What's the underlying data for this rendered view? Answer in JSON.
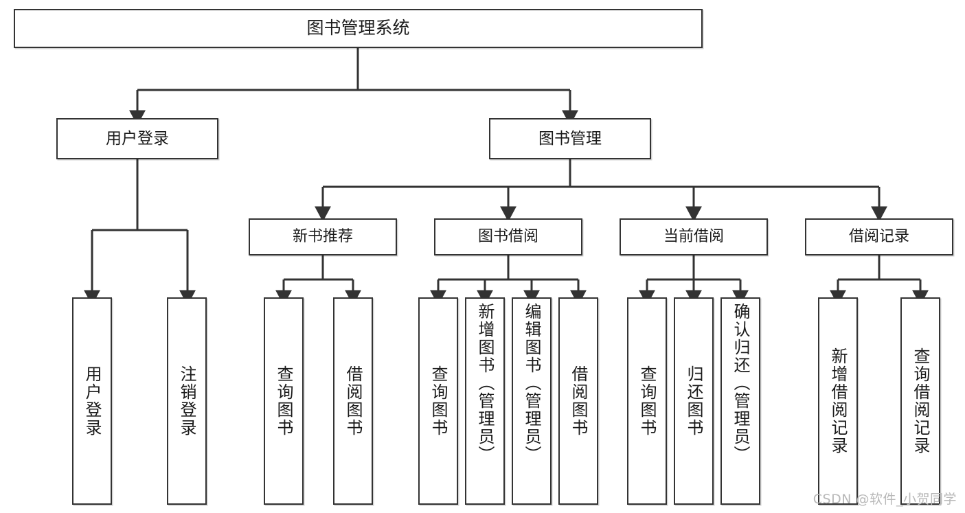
{
  "diagram": {
    "title_text": "图书管理系统",
    "watermark": "CSDN @软件_小贺同学",
    "line_color": "#333333",
    "box_fill": "#ffffff",
    "text_color": "#1a1a1a"
  },
  "nodes": {
    "root": {
      "label": "图书管理系统"
    },
    "level1": [
      {
        "label": "用户登录"
      },
      {
        "label": "图书管理"
      }
    ],
    "level2": [
      {
        "label": "新书推荐"
      },
      {
        "label": "图书借阅"
      },
      {
        "label": "当前借阅"
      },
      {
        "label": "借阅记录"
      }
    ],
    "leaves": [
      {
        "label": "用户登录",
        "parent": "用户登录"
      },
      {
        "label": "注销登录",
        "parent": "用户登录"
      },
      {
        "label": "查询图书",
        "parent": "新书推荐"
      },
      {
        "label": "借阅图书",
        "parent": "新书推荐"
      },
      {
        "label": "查询图书",
        "parent": "图书借阅"
      },
      {
        "label": "新增图书（管理员）",
        "parent": "图书借阅"
      },
      {
        "label": "编辑图书（管理员）",
        "parent": "图书借阅"
      },
      {
        "label": "借阅图书",
        "parent": "图书借阅"
      },
      {
        "label": "查询图书",
        "parent": "当前借阅"
      },
      {
        "label": "归还图书",
        "parent": "当前借阅"
      },
      {
        "label": "确认归还（管理员）",
        "parent": "当前借阅"
      },
      {
        "label": "新增借阅记录",
        "parent": "借阅记录"
      },
      {
        "label": "查询借阅记录",
        "parent": "借阅记录"
      }
    ]
  }
}
